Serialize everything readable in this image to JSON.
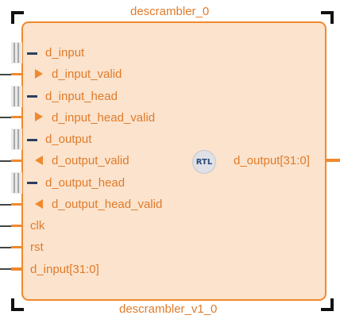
{
  "block": {
    "instance_name": "descrambler_0",
    "module_name": "descrambler_v1_0",
    "badge": "RTL"
  },
  "left_ports": [
    {
      "label": "d_input",
      "kind": "interface"
    },
    {
      "label": "d_input_valid",
      "kind": "signal-in"
    },
    {
      "label": "d_input_head",
      "kind": "interface"
    },
    {
      "label": "d_input_head_valid",
      "kind": "signal-in"
    },
    {
      "label": "d_output",
      "kind": "interface"
    },
    {
      "label": "d_output_valid",
      "kind": "signal-out"
    },
    {
      "label": "d_output_head",
      "kind": "interface"
    },
    {
      "label": "d_output_head_valid",
      "kind": "signal-out"
    },
    {
      "label": "clk",
      "kind": "pin"
    },
    {
      "label": "rst",
      "kind": "pin"
    },
    {
      "label": "d_input[31:0]",
      "kind": "bus"
    }
  ],
  "right_ports": [
    {
      "label": "d_output[31:0]",
      "kind": "bus"
    }
  ],
  "colors": {
    "fill": "#fbe3cd",
    "border": "#f0892e",
    "text": "#e07b2a",
    "wire": "#444444",
    "interface_marker": "#2c3e60"
  }
}
